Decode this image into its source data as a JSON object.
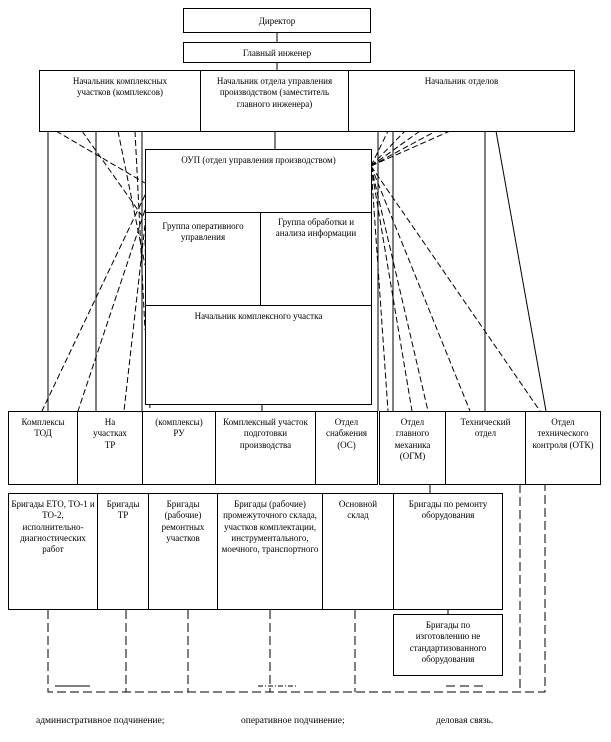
{
  "boxes": {
    "director": "Директор",
    "chief_engineer": "Главный инженер",
    "head_complex_sections": "Начальник комплексных участков (комплексов)",
    "head_production_dept": "Начальник отдела управления производством (заместитель главного инженера)",
    "head_departments": "Начальник отделов",
    "oup": "ОУП (отдел управления производством)",
    "op_control_group": "Группа оперативного управления",
    "info_processing_group": "Группа обработки и анализа информации",
    "head_complex_section": "Начальник комплексного участка",
    "complexes_tod": "Комплексы ТОД",
    "tr_sections": "На участках ТР",
    "complexes_ru": "(комплексы) РУ",
    "complex_prep_section": "Комплексный участок подготовки производства",
    "supply_dept": "Отдел снабжения (ОС)",
    "chief_mechanic_dept": "Отдел главного механика (ОГМ)",
    "technical_dept": "Технический отдел",
    "quality_control_dept": "Отдел технического контроля (ОТК)",
    "brigades_eto": "Бригады ЕТО, ТО-1 и ТО-2, исполнительно-диагностических работ",
    "brigades_tr": "Бригады ТР",
    "brigades_repair_sections": "Бригады (рабочие) ремонтных участков",
    "brigades_workers": "Бригады (рабочие) промежуточного склада, участков комплектации, инструментального, моечного, транспортного",
    "main_warehouse": "Основной склад",
    "brigades_equipment_repair": "Бригады по ремонту оборудования",
    "brigades_nonstandard": "Бригады по изготовлению не стандартизованного оборудования"
  },
  "legend": {
    "administrative": "административное подчинение;",
    "operational": "оперативное подчинение;",
    "business": "деловая связь."
  }
}
